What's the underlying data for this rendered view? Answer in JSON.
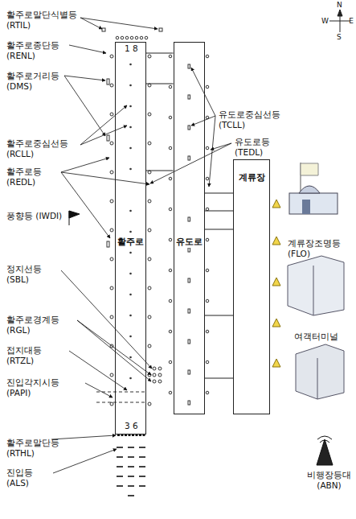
{
  "diagram": {
    "nodes": [
      {
        "text": [
          "활주로"
        ]
      },
      {
        "text": [
          "유도로"
        ]
      },
      {
        "text": [
          "계류장"
        ]
      }
    ],
    "edges": [
      {
        "from": 0,
        "to": 1,
        "arrow": "none"
      },
      {
        "from": 0,
        "to": 1,
        "arrow": "none"
      },
      {
        "from": 0,
        "to": 1,
        "arrow": "none"
      },
      {
        "from": 1,
        "to": 2,
        "arrow": "none"
      },
      {
        "from": 1,
        "to": 2,
        "arrow": "none"
      },
      {
        "from": 1,
        "to": 2,
        "arrow": "none"
      },
      {
        "from": 1,
        "to": 2,
        "arrow": "none"
      },
      {
        "from": 1,
        "to": 2,
        "arrow": "none"
      }
    ],
    "labels": [
      "1 8",
      "3 6",
      "활주로말단식별등 (RTIL)",
      "활주로종단등 (RENL)",
      "활주로거리등 (DMS)",
      "활주로중심선등 (RCLL)",
      "활주로등 (REDL)",
      "풍향등 (IWDI)",
      "정지선등 (SBL)",
      "활주로경계등 (RGL)",
      "접지대등 (RTZL)",
      "진입각지시등 (PAPI)",
      "활주로말단등 (RTHL)",
      "진입등 (ALS)",
      "유도로중심선등 (TCLL)",
      "유도로등 (TEDL)",
      "계류장조명등 (FLO)",
      "여객터미널",
      "비행장등대 (ABN)",
      "N",
      "E",
      "W",
      "S"
    ]
  }
}
